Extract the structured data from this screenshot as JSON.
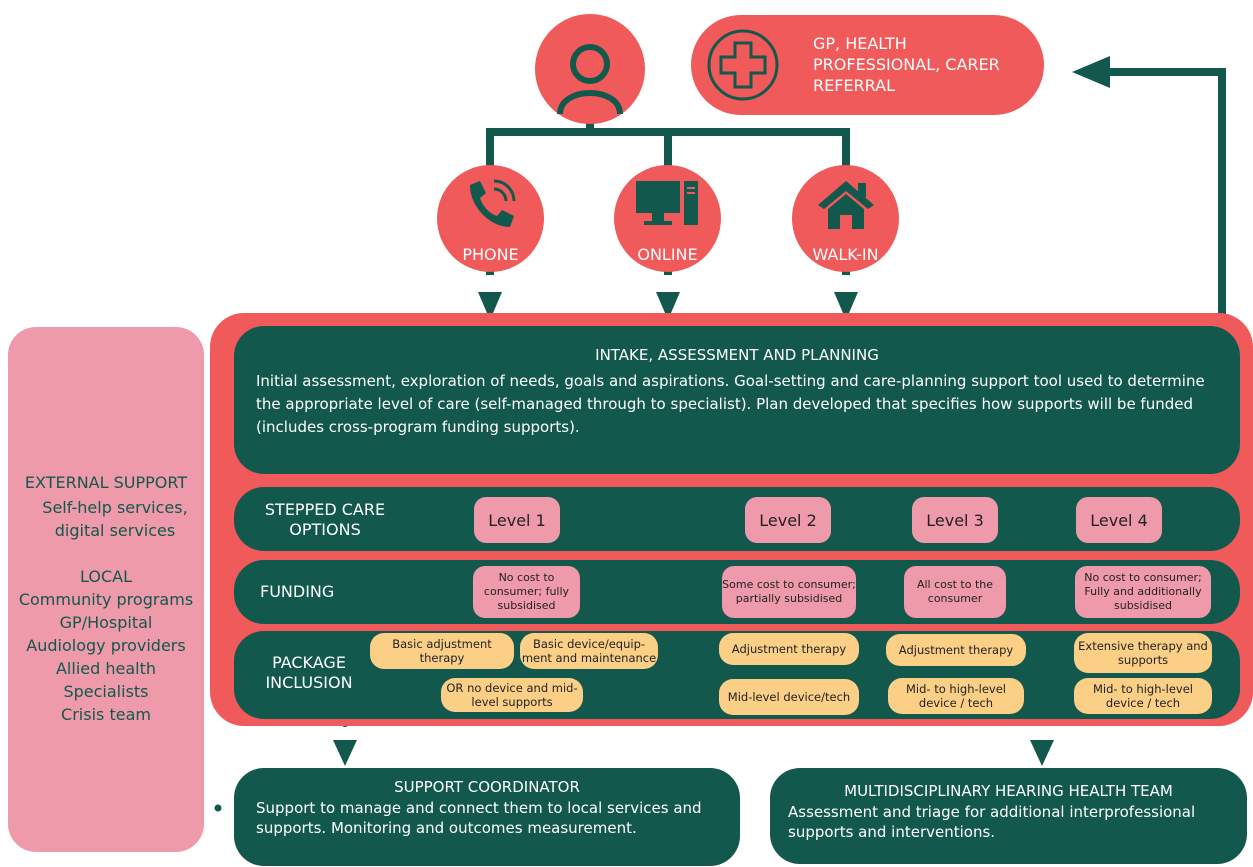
{
  "referral": {
    "label": "GP, HEALTH PROFESSIONAL, CARER REFERRAL"
  },
  "channels": {
    "phone": "PHONE",
    "online": "ONLINE",
    "walkin": "WALK-IN"
  },
  "intake": {
    "title": "INTAKE, ASSESSMENT AND PLANNING",
    "body": "Initial assessment, exploration of needs, goals and aspirations. Goal-setting and care-planning support tool used to determine the appropriate level of care (self-managed through to specialist). Plan developed that specifies how supports will be funded (includes cross-program funding supports)."
  },
  "rows": {
    "stepped": "STEPPED CARE OPTIONS",
    "funding": "FUNDING",
    "package": "PACKAGE INCLUSION"
  },
  "levels": [
    "Level 1",
    "Level 2",
    "Level 3",
    "Level 4"
  ],
  "funding": [
    "No cost to consumer; fully subsidised",
    "Some cost to consumer; partially subsidised",
    "All cost to the consumer",
    "No cost to consumer; Fully and additionally subsidised"
  ],
  "package": {
    "l1a": "Basic adjustment therapy",
    "l1b": "Basic device/equip-ment and maintenance",
    "l1c": "OR no device and mid-level supports",
    "l2a": "Adjustment therapy",
    "l2b": "Mid-level device/tech",
    "l3a": "Adjustment therapy",
    "l3b": "Mid- to high-level device / tech",
    "l4a": "Extensive therapy and supports",
    "l4b": "Mid- to high-level device / tech"
  },
  "external": {
    "heading": "EXTERNAL SUPPORT",
    "sub": "Self-help services, digital services",
    "local_heading": "LOCAL",
    "local_items": [
      "Community programs",
      "GP/Hospital",
      "Audiology providers",
      "Allied health",
      "Specialists",
      "Crisis team"
    ]
  },
  "coordinator": {
    "title": "SUPPORT COORDINATOR",
    "body": "Support to manage and connect them to local services and supports. Monitoring and outcomes measurement."
  },
  "team": {
    "title": "MULTIDISCIPLINARY HEARING HEALTH TEAM",
    "body": "Assessment and triage for additional interprofessional supports and interventions."
  },
  "colors": {
    "coral": "#f05a5a",
    "green": "#12584c",
    "pink": "#ee9aab",
    "peach": "#fbcf86"
  }
}
